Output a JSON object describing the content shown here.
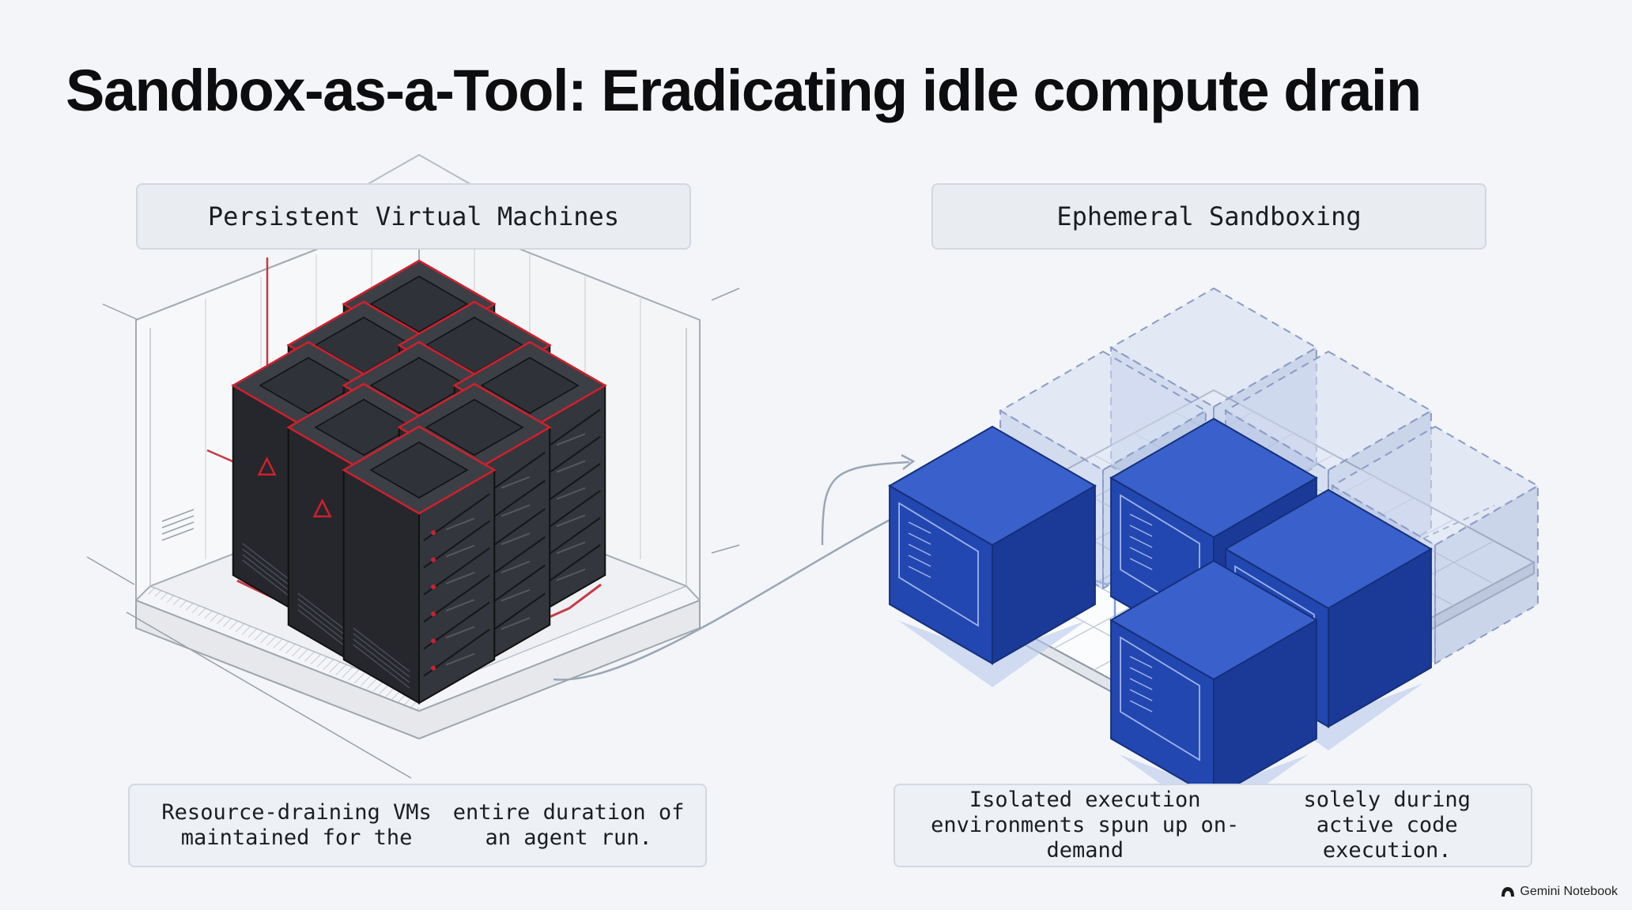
{
  "title": "Sandbox-as-a-Tool: Eradicating idle compute drain",
  "left": {
    "label": "Persistent Virtual Machines",
    "caption_line1": "Resource-draining VMs maintained for the",
    "caption_line2": "entire duration of an agent run."
  },
  "right": {
    "label": "Ephemeral Sandboxing",
    "caption_line1": "Isolated execution environments spun up on-demand",
    "caption_line2": "solely during active code execution."
  },
  "brand": "Gemini Notebook",
  "colors": {
    "background": "#f3f5f8",
    "server_dark": "#2e3036",
    "alert_red": "#d0202c",
    "sandbox_blue": "#2149b8",
    "sandbox_ghost": "#b8c6e8"
  }
}
